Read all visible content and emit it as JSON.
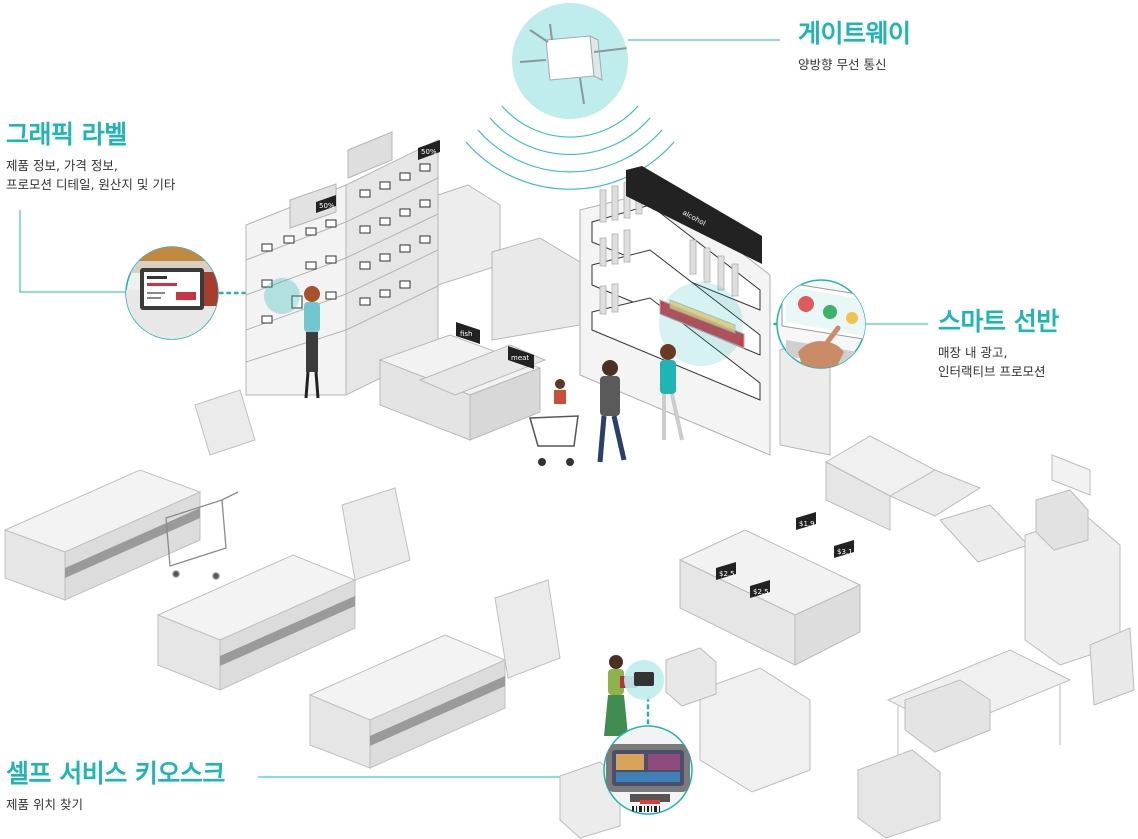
{
  "colors": {
    "accent": "#1fb5b5",
    "accent_light": "#bfeced",
    "text": "#333333",
    "fixture_light": "#eeeeee",
    "fixture_mid": "#d5d5d5",
    "fixture_dark": "#a8a8a8"
  },
  "gateway": {
    "title": "게이트웨이",
    "desc": "양방향 무선 통신",
    "icon": "wifi-signal-icon"
  },
  "graphic_label": {
    "title": "그래픽 라벨",
    "desc_line1": "제품 정보, 가격 정보,",
    "desc_line2": "프로모션 디테일, 원산지 및 기타"
  },
  "smart_shelf": {
    "title": "스마트 선반",
    "desc_line1": "매장 내 광고,",
    "desc_line2": "인터랙티브 프로모션"
  },
  "kiosk": {
    "title": "셀프 서비스 키오스크",
    "desc": "제품 위치 찾기"
  },
  "scene_labels": {
    "alcohol_sign": "alcohol",
    "fish_sign": "fish",
    "meat_sign": "meat",
    "tag_50_a": "50%",
    "tag_50_b": "50%",
    "tag_price_1": "$2.5",
    "tag_price_2": "$2.5",
    "tag_price_3": "$3.1",
    "tag_price_4": "$1.9"
  }
}
